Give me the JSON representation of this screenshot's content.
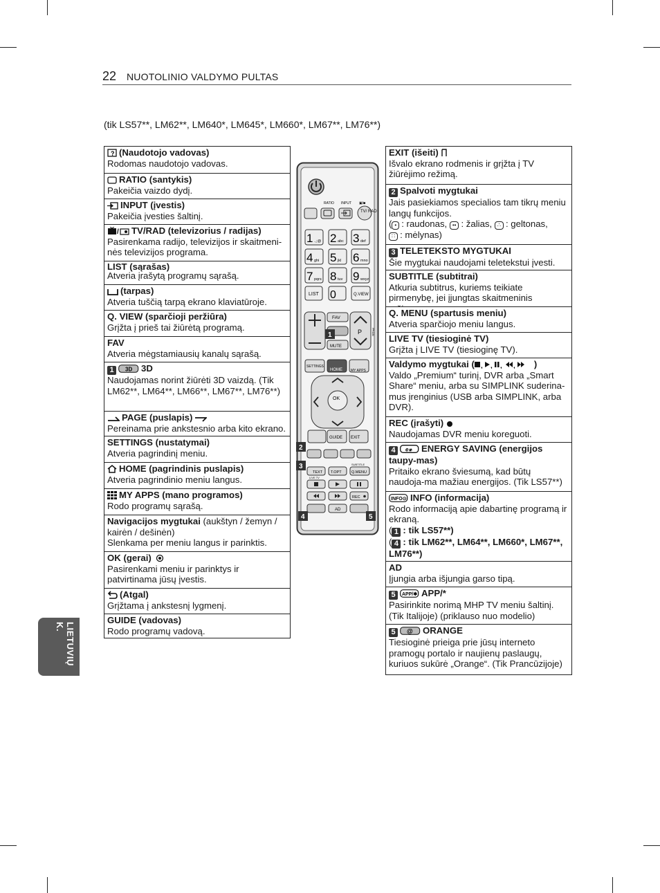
{
  "header": {
    "page_number": "22",
    "title": "NUOTOLINIO VALDYMO PULTAS"
  },
  "models_note": "(tik LS57**, LM62**, LM640*, LM645*, LM660*, LM67**, LM76**)",
  "side_tab": "LIETUVIŲ K.",
  "left": [
    {
      "title": "(Naudotojo vadovas)",
      "desc": "Rodomas naudotojo vadovas."
    },
    {
      "title": "RATIO (santykis)",
      "desc": "Pakeičia vaizdo dydį."
    },
    {
      "title": "INPUT (įvestis)",
      "desc": "Pakeičia įvesties šaltinį."
    },
    {
      "title": "TV/RAD (televizorius / radijas)",
      "desc": "Pasirenkama radijo, televizijos ir skaitmeni-nės televizijos programa."
    },
    {
      "title": "LIST (sąrašas)",
      "desc": "Atveria įrašytą programų sąrašą."
    },
    {
      "title": "(tarpas)",
      "desc": "Atveria tuščią tarpą ekrano klaviatūroje."
    },
    {
      "title": "Q. VIEW (sparčioji peržiūra)",
      "desc": "Grįžta į prieš tai žiūrėtą programą."
    },
    {
      "title": "FAV",
      "desc": "Atveria mėgstamiausių kanalų sąrašą."
    },
    {
      "title": "3D",
      "desc": "Naudojamas norint žiūrėti 3D vaizdą. (Tik LM62**, LM64**, LM66**, LM67**, LM76**)"
    },
    {
      "title": "PAGE (puslapis)",
      "desc": "Pereinama prie ankstesnio arba kito ekrano."
    },
    {
      "title": "SETTINGS (nustatymai)",
      "desc": "Atveria pagrindinį meniu."
    },
    {
      "title": "HOME (pagrindinis puslapis)",
      "desc": "Atveria pagrindinio meniu langus."
    },
    {
      "title": "MY APPS (mano programos)",
      "desc": "Rodo programų sąrašą."
    },
    {
      "title": "Navigacijos mygtukai",
      "title_extra": "(aukštyn / žemyn / kairėn / dešinėn)",
      "desc": "Slenkama per meniu langus ir parinktis."
    },
    {
      "title": "OK (gerai)",
      "desc": "Pasirenkami meniu ir parinktys ir patvirtinama jūsų įvestis."
    },
    {
      "title": "(Atgal)",
      "desc": "Grįžtama į ankstesnį lygmenį."
    },
    {
      "title": "GUIDE (vadovas)",
      "desc": "Rodo programų vadovą."
    }
  ],
  "right": [
    {
      "title": "EXIT (išeiti)",
      "desc": "Išvalo ekrano rodmenis ir grįžta į TV žiūrėjimo režimą."
    },
    {
      "num": "2",
      "title": "Spalvoti mygtukai",
      "desc": "Jais pasiekiamos specialios tam tikrų meniu langų funkcijos.",
      "colors": [
        ": raudonas,",
        ": žalias,",
        ": geltonas,",
        ": mėlynas)"
      ]
    },
    {
      "num": "3",
      "title": "TELETEKSTO MYGTUKAI",
      "desc": "Šie mygtukai naudojami teletekstui įvesti."
    },
    {
      "title": "SUBTITLE (subtitrai)",
      "desc": "Atkuria subtitrus, kuriems teikiate pirmenybę, jei įjungtas skaitmeninis režimas."
    },
    {
      "title": "Q. MENU (spartusis meniu)",
      "desc": "Atveria sparčiojo meniu langus."
    },
    {
      "title": "LIVE TV (tiesioginė TV)",
      "desc": "Grįžta į LIVE TV (tiesioginę TV)."
    },
    {
      "title": "Valdymo mygtukai",
      "desc": "Valdo „Premium“ turinį, DVR arba „Smart Share“ meniu, arba su SIMPLINK suderina-mus įrenginius (USB arba SIMPLINK, arba DVR)."
    },
    {
      "title": "REC (įrašyti)",
      "desc": "Naudojamas DVR meniu koreguoti."
    },
    {
      "num": "4",
      "title": "ENERGY SAVING (energijos taupy-mas)",
      "desc": "Pritaiko ekrano šviesumą, kad būtų naudoja-ma mažiau energijos. (Tik LS57**)"
    },
    {
      "title": "INFO (informacija)",
      "desc": "Rodo informaciją apie dabartinę programą ir ekraną.",
      "note1": ": tik LS57**)",
      "note2": ": tik LM62**, LM64**, LM660*, LM67**, LM76**)"
    },
    {
      "title": "AD",
      "desc": "Įjungia arba išjungia garso tipą."
    },
    {
      "num": "5",
      "title": "APP/*",
      "desc": "Pasirinkite norimą MHP TV meniu šaltinį. (Tik Italijoje) (priklauso nuo modelio)"
    },
    {
      "num": "5",
      "title": "ORANGE",
      "desc": "Tiesioginė prieiga prie jūsų interneto pramogų portalo ir naujienų paslaugų, kuriuos sukūrė „Orange“. (Tik Prancūzijoje)"
    }
  ],
  "remote": {
    "labels": {
      "ratio": "RATIO",
      "input": "INPUT",
      "tvrad": "TV/ RAD",
      "list": "LIST",
      "qview": "Q.VIEW",
      "fav": "FAV",
      "mute": "MUTE",
      "p": "P",
      "page": "PAGE",
      "settings": "SETTINGS",
      "home": "HOME",
      "myapps": "MY APPS",
      "ok": "OK",
      "guide": "GUIDE",
      "exit": "EXIT",
      "text": "TEXT",
      "topt": "T.OPT",
      "subtitle": "SUBTITLE",
      "qmenu": "Q.MENU",
      "livetv": "LIVE TV",
      "rec": "REC",
      "ad": "AD"
    },
    "digits": [
      [
        "1",
        ".,;@"
      ],
      [
        "2",
        "abc"
      ],
      [
        "3",
        "def"
      ],
      [
        "4",
        "ghi"
      ],
      [
        "5",
        "jkl"
      ],
      [
        "6",
        "mno"
      ],
      [
        "7",
        "pqrs"
      ],
      [
        "8",
        "tuv"
      ],
      [
        "9",
        "wxyz"
      ]
    ],
    "zero": "0",
    "markers": [
      "1",
      "2",
      "3",
      "4",
      "5"
    ]
  }
}
